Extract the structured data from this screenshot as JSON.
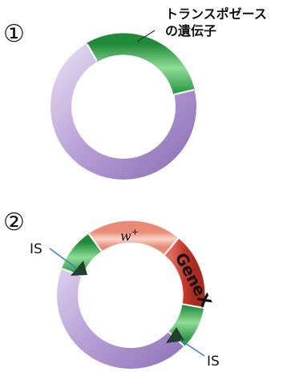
{
  "panel1": {
    "number": "①",
    "transposon_label_line1": "トランスポゼース",
    "transposon_label_line2": "の遺伝子"
  },
  "panel2": {
    "number": "②",
    "is_label_left": "IS",
    "is_label_right": "IS",
    "w_base": "w",
    "w_sup": "+",
    "genex_label": "GeneX"
  },
  "colors": {
    "plasmid_purple": "#b9a3d6",
    "gene_green": "#47b45a",
    "w_plus_salmon": "#f0a592",
    "genex_red": "#cf4a3a",
    "is_triangle": "#20402a"
  }
}
